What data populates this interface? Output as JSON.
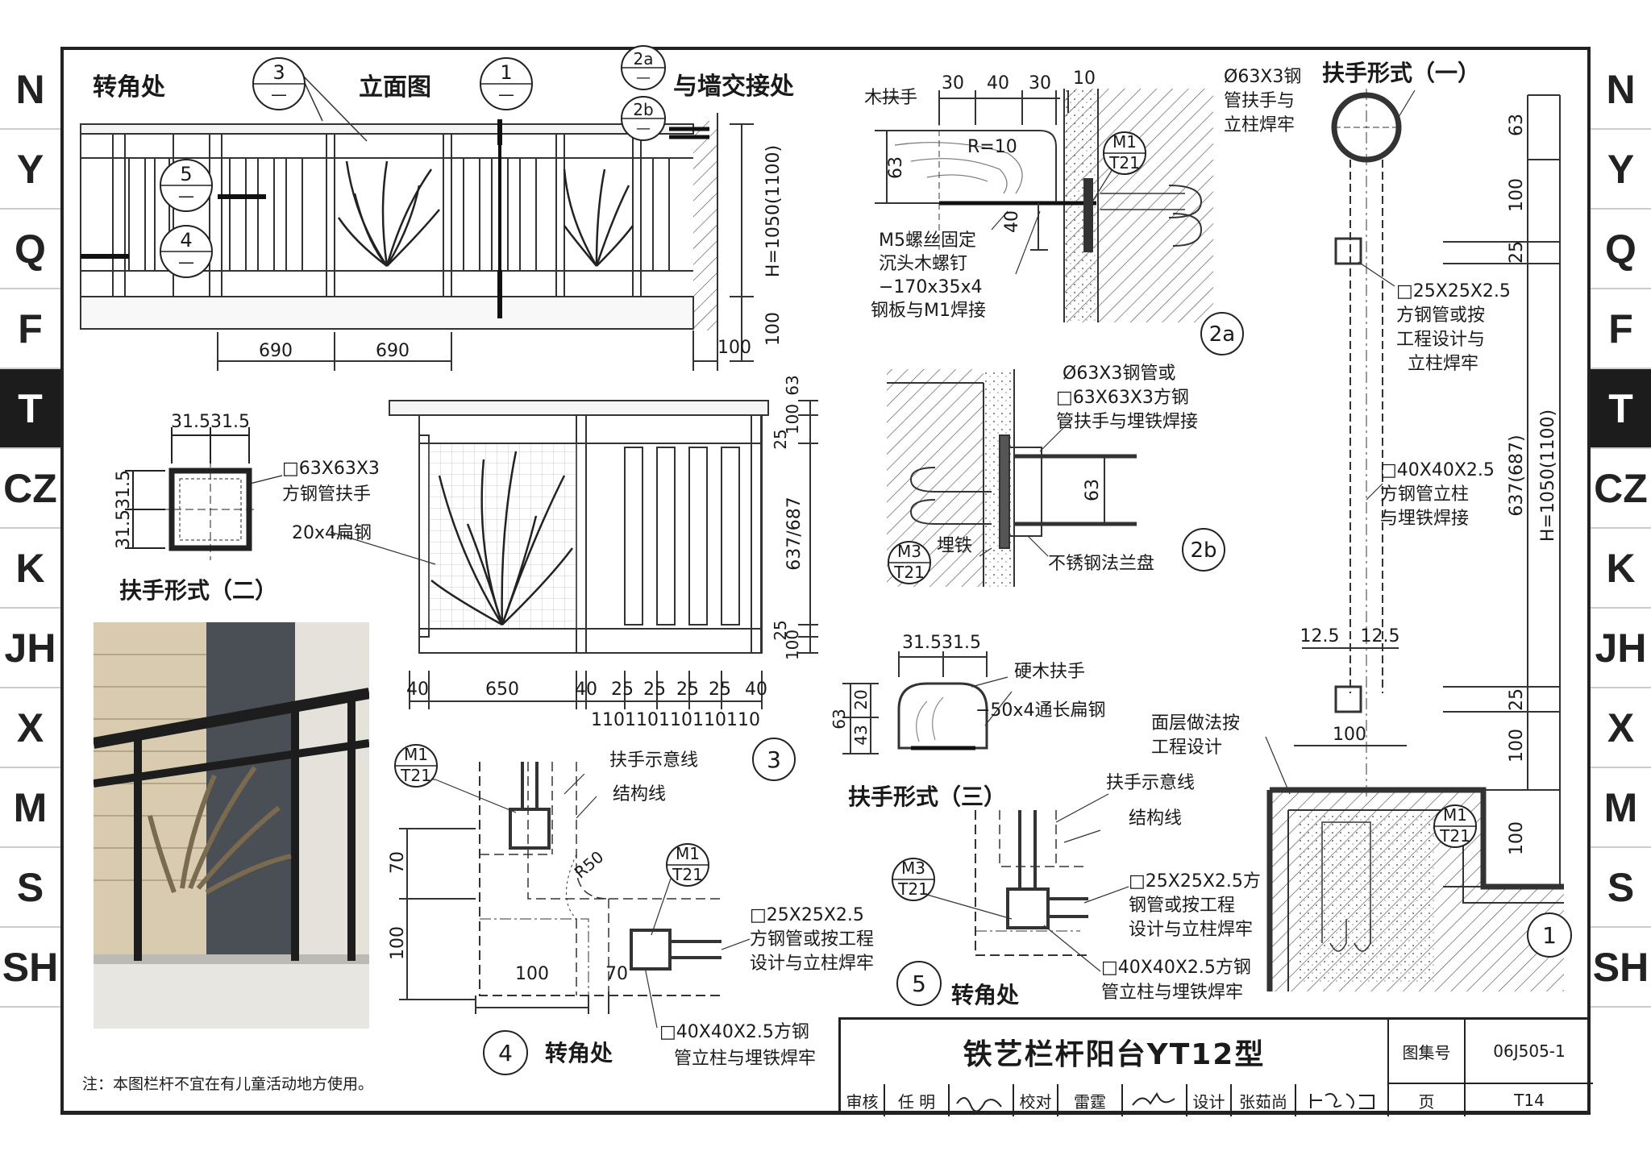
{
  "tabs": [
    "N",
    "Y",
    "Q",
    "F",
    "T",
    "CZ",
    "K",
    "JH",
    "X",
    "M",
    "S",
    "SH"
  ],
  "active_tab": "T",
  "elevation": {
    "corner_label": "转角处",
    "title": "立面图",
    "wall_label": "与墙交接处",
    "callouts": {
      "c3": "3",
      "c1": "1",
      "c2a": "2a",
      "c2b": "2b",
      "c5": "5",
      "c4": "4",
      "dash": "—"
    },
    "dims": {
      "d1": "690",
      "d2": "690",
      "height": "H=1050(1100)",
      "base": "100",
      "base2": "100"
    }
  },
  "handrail2": {
    "dim_w": "31.531.5",
    "dim_h": "31.531.5",
    "spec": "□63X63X3",
    "spec2": "方钢管扶手",
    "title": "扶手形式（二）",
    "flat_bar": "20x4扁钢"
  },
  "panel3": {
    "dims_right": [
      "63",
      "100",
      "25",
      "637/687",
      "25",
      "100"
    ],
    "dims_bottom_top": [
      "40",
      "650",
      "40",
      "25",
      "25",
      "25",
      "25",
      "40"
    ],
    "dims_bottom_low": "110110110110110",
    "callout": "3"
  },
  "detail2a": {
    "top_dims": [
      "30",
      "40",
      "30",
      "10"
    ],
    "wood_handrail": "木扶手",
    "radius": "R=10",
    "dim63": "63",
    "dim40": "40",
    "notes": [
      "M5螺丝固定",
      "沉头木螺钉",
      "−170x35x4",
      "钢板与M1焊接"
    ],
    "tag_top": "M1",
    "tag_bot": "T21",
    "callout": "2a"
  },
  "detail2b": {
    "notes": [
      "Ø63X3钢管或",
      "□63X63X3方钢",
      "管扶手与埋铁焊接"
    ],
    "dim63": "63",
    "embed": "埋铁",
    "flange": "不锈钢法兰盘",
    "tag_top": "M3",
    "tag_bot": "T21",
    "callout": "2b"
  },
  "handrail1": {
    "title": "扶手形式（一）",
    "pipe_note": [
      "Ø63X3钢",
      "管扶手与",
      "立柱焊牢"
    ],
    "dims": [
      "63",
      "100",
      "25",
      "637(687)",
      "H=1050(1100)",
      "25",
      "100",
      "100"
    ],
    "sq25_note": [
      "□25X25X2.5",
      "方钢管或按",
      "工程设计与",
      "立柱焊牢"
    ],
    "sq40_note": [
      "□40X40X2.5",
      "方钢管立柱",
      "与埋铁焊接"
    ],
    "dims_w": [
      "12.5",
      "12.5",
      "100"
    ],
    "finish_note": [
      "面层做法按",
      "工程设计"
    ],
    "tag_top": "M1",
    "tag_bot": "T21",
    "callout": "1"
  },
  "handrail3": {
    "dim_w": "31.531.5",
    "hardwood": "硬木扶手",
    "flat": "−50x4通长扁钢",
    "dims_h": [
      "63",
      "43",
      "20"
    ],
    "title": "扶手形式（三）"
  },
  "detail4": {
    "tag1_top": "M1",
    "tag1_bot": "T21",
    "tag2_top": "M1",
    "tag2_bot": "T21",
    "handrail_line": "扶手示意线",
    "struct_line": "结构线",
    "r50": "R50",
    "dims": [
      "70",
      "100",
      "100",
      "70"
    ],
    "sq25_note": [
      "□25X25X2.5",
      "方钢管或按工程",
      "设计与立柱焊牢"
    ],
    "sq40_note": [
      "□40X40X2.5方钢",
      "管立柱与埋铁焊牢"
    ],
    "callout": "4",
    "title": "转角处"
  },
  "detail5": {
    "tag_top": "M3",
    "tag_bot": "T21",
    "handrail_line": "扶手示意线",
    "struct_line": "结构线",
    "sq25_note": [
      "□25X25X2.5方",
      "钢管或按工程",
      "设计与立柱焊牢"
    ],
    "sq40_note": [
      "□40X40X2.5方钢",
      "管立柱与埋铁焊牢"
    ],
    "callout": "5",
    "title": "转角处"
  },
  "note": "注：本图栏杆不宜在有儿童活动地方使用。",
  "title_block": {
    "title": "铁艺栏杆阳台YT12型",
    "atlas_label": "图集号",
    "atlas_no": "06J505-1",
    "page_label": "页",
    "page_no": "T14",
    "review": "审核",
    "reviewer": "任  明",
    "check": "校对",
    "checker": "雷霆",
    "design": "设计",
    "designer": "张茹尚"
  }
}
